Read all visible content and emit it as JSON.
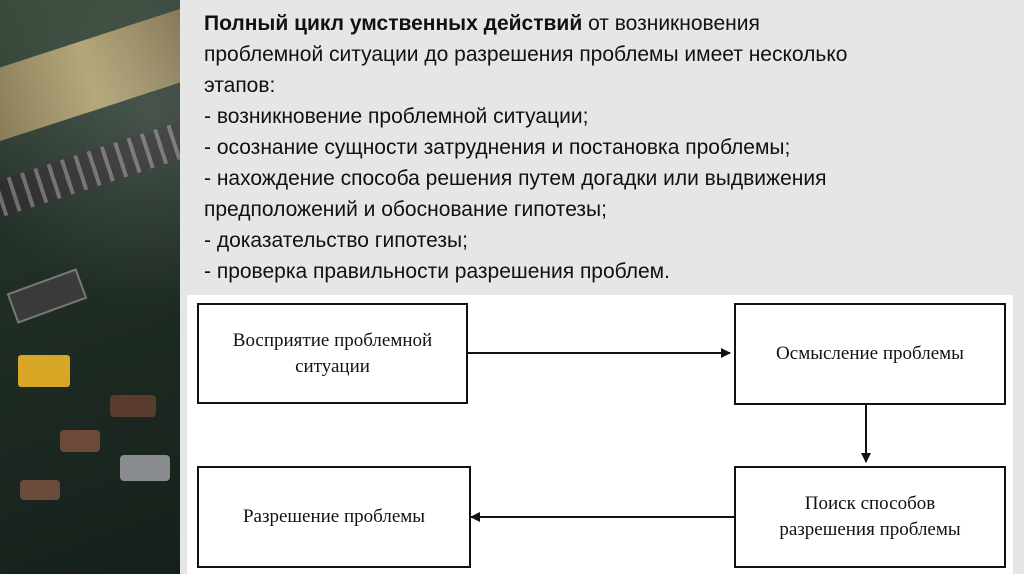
{
  "intro": {
    "bold": "Полный цикл умственных действий",
    "rest_line1": " от возникновения",
    "line2": "проблемной ситуации до разрешения проблемы имеет несколько",
    "line3": "этапов:"
  },
  "stages": [
    "- возникновение проблемной ситуации;",
    "- осознание сущности затруднения и постановка проблемы;",
    "- нахождение способа решения путем догадки или выдвижения",
    "предположений и обоснование гипотезы;",
    "- доказательство гипотезы;",
    "- проверка правильности разрешения проблем."
  ],
  "diagram": {
    "box_perception": {
      "line1": "Восприятие проблемной",
      "line2": "ситуации"
    },
    "box_comprehension": {
      "line1": "Осмысление проблемы"
    },
    "box_search": {
      "line1": "Поиск способов",
      "line2": "разрешения проблемы"
    },
    "box_resolution": {
      "line1": "Разрешение проблемы"
    }
  }
}
